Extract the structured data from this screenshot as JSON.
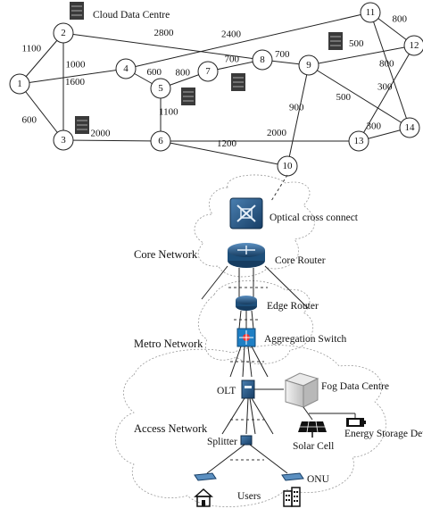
{
  "network": {
    "nodes": [
      {
        "id": "1"
      },
      {
        "id": "2"
      },
      {
        "id": "3"
      },
      {
        "id": "4"
      },
      {
        "id": "5"
      },
      {
        "id": "6"
      },
      {
        "id": "7"
      },
      {
        "id": "8"
      },
      {
        "id": "9"
      },
      {
        "id": "10"
      },
      {
        "id": "11"
      },
      {
        "id": "12"
      },
      {
        "id": "13"
      },
      {
        "id": "14"
      }
    ],
    "edges": [
      {
        "from": "1",
        "to": "2",
        "weight": "1100"
      },
      {
        "from": "1",
        "to": "3",
        "weight": "600"
      },
      {
        "from": "1",
        "to": "4",
        "weight": "1000"
      },
      {
        "from": "2",
        "to": "3",
        "weight": "1600"
      },
      {
        "from": "2",
        "to": "8",
        "weight": "2800"
      },
      {
        "from": "4",
        "to": "11",
        "weight": "2400"
      },
      {
        "from": "4",
        "to": "5",
        "weight": "600"
      },
      {
        "from": "5",
        "to": "7",
        "weight": "800"
      },
      {
        "from": "5",
        "to": "6",
        "weight": "1100"
      },
      {
        "from": "7",
        "to": "8",
        "weight": "700"
      },
      {
        "from": "8",
        "to": "9",
        "weight": "700"
      },
      {
        "from": "9",
        "to": "12",
        "weight": "500"
      },
      {
        "from": "9",
        "to": "14",
        "weight": "500"
      },
      {
        "from": "9",
        "to": "10",
        "weight": "900"
      },
      {
        "from": "3",
        "to": "6",
        "weight": "2000"
      },
      {
        "from": "6",
        "to": "13",
        "weight": "2000"
      },
      {
        "from": "6",
        "to": "10",
        "weight": "1200"
      },
      {
        "from": "11",
        "to": "12",
        "weight": "800"
      },
      {
        "from": "11",
        "to": "14",
        "weight": "800"
      },
      {
        "from": "12",
        "to": "13",
        "weight": "300"
      },
      {
        "from": "13",
        "to": "14",
        "weight": "300"
      }
    ]
  },
  "labels": {
    "cloud_data_centre": "Cloud Data Centre",
    "optical_cross_connect": "Optical cross connect",
    "core_network": "Core Network",
    "core_router": "Core Router",
    "edge_router": "Edge Router",
    "metro_network": "Metro Network",
    "aggregation_switch": "Aggregation Switch",
    "olt": "OLT",
    "fog_data_centre": "Fog Data Centre",
    "access_network": "Access Network",
    "solar_cell": "Solar Cell",
    "energy_storage_device": "Energy Storage Device",
    "splitter": "Splitter",
    "onu": "ONU",
    "users": "Users"
  },
  "colors": {
    "router_blue": "#1e4f7a",
    "switch_blue": "#1f7fc4",
    "server_dark": "#3a3a3a"
  }
}
